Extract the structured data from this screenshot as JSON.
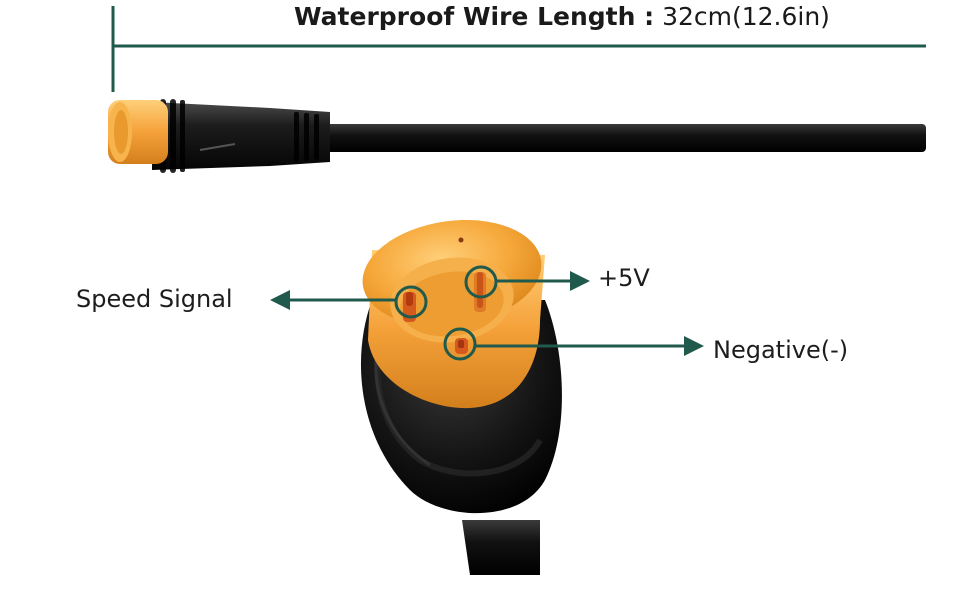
{
  "title": {
    "bold_text": "Waterproof Wire Length :",
    "value_text": "32cm(12.6in)"
  },
  "pins": {
    "speed_signal": "Speed Signal",
    "plus_5v": "+5V",
    "negative": "Negative(-)"
  },
  "colors": {
    "annotation": "#1f5a4c",
    "connector_orange": "#f5a93b",
    "cable_black": "#161616",
    "pin_red": "#d65a1e"
  },
  "icons": {
    "arrow": "arrowhead",
    "pin_marker": "circle-highlight"
  }
}
